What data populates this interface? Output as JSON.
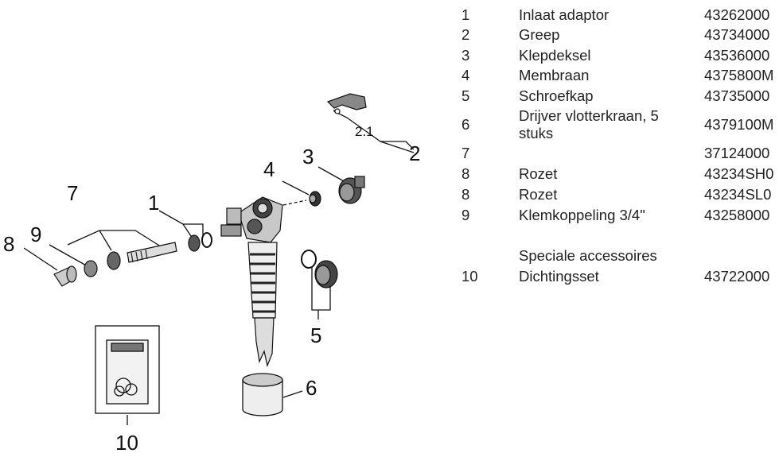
{
  "diagram": {
    "callouts": {
      "c1": "1",
      "c2": "2",
      "c2_1": "2.1",
      "c3": "3",
      "c4": "4",
      "c5": "5",
      "c6": "6",
      "c7": "7",
      "c8": "8",
      "c9": "9",
      "c10": "10"
    }
  },
  "parts_list": {
    "rows": [
      {
        "num": "1",
        "name": "Inlaat adaptor",
        "code": "43262000"
      },
      {
        "num": "2",
        "name": "Greep",
        "code": "43734000"
      },
      {
        "num": "3",
        "name": "Klepdeksel",
        "code": "43536000"
      },
      {
        "num": "4",
        "name": "Membraan",
        "code": "4375800M"
      },
      {
        "num": "5",
        "name": "Schroefkap",
        "code": "43735000"
      },
      {
        "num": "6",
        "name": "Drijver vlotterkraan, 5",
        "name2": "stuks",
        "code": "4379100M"
      },
      {
        "num": "7",
        "name": "",
        "code": "37124000"
      },
      {
        "num": "8",
        "name": "Rozet",
        "code": "43234SH0"
      },
      {
        "num": "8",
        "name": "Rozet",
        "code": "43234SL0"
      },
      {
        "num": "9",
        "name": "Klemkoppeling 3/4\"",
        "code": "43258000"
      }
    ],
    "section_heading": "Speciale accessoires",
    "accessories": [
      {
        "num": "10",
        "name": "Dichtingsset",
        "code": "43722000"
      }
    ]
  }
}
